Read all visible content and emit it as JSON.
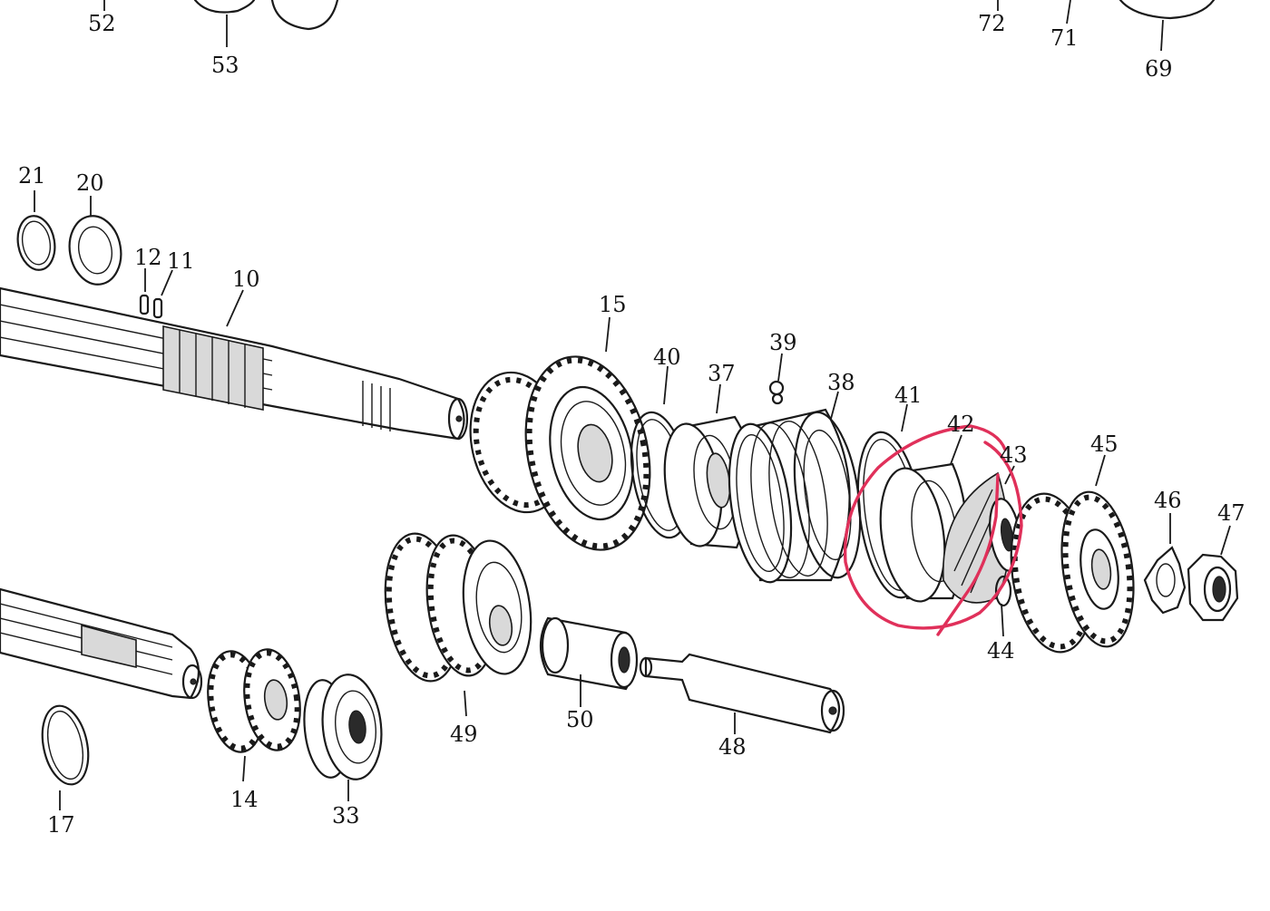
{
  "diagram": {
    "highlight_color": "#e0305a",
    "line_color": "#1a1a1a",
    "part_numbers": {
      "p52": "52",
      "p53": "53",
      "p72": "72",
      "p71": "71",
      "p69": "69",
      "p21": "21",
      "p20": "20",
      "p12": "12",
      "p11": "11",
      "p10": "10",
      "p15": "15",
      "p40": "40",
      "p37": "37",
      "p39": "39",
      "p38": "38",
      "p41": "41",
      "p42": "42",
      "p43": "43",
      "p45": "45",
      "p46": "46",
      "p47": "47",
      "p44": "44",
      "p49": "49",
      "p50": "50",
      "p48": "48",
      "p14": "14",
      "p33": "33",
      "p17": "17"
    }
  }
}
